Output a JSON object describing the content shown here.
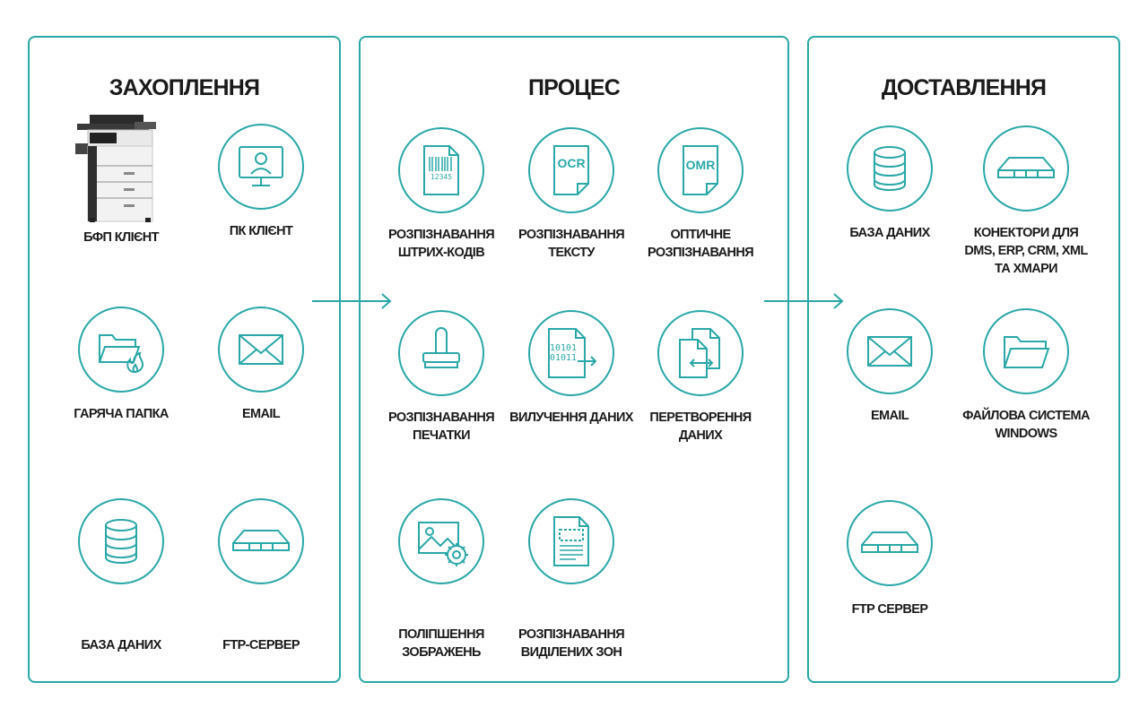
{
  "capture": {
    "title": "ЗАХОПЛЕННЯ",
    "items": [
      {
        "label": "БФП КЛІЄНТ",
        "icon": "mfp-printer-icon"
      },
      {
        "label": "ПК КЛІЄНТ",
        "icon": "pc-user-icon"
      },
      {
        "label": "ГАРЯЧА ПАПКА",
        "icon": "hot-folder-icon"
      },
      {
        "label": "EMAIL",
        "icon": "envelope-icon"
      },
      {
        "label": "БАЗА ДАНИХ",
        "icon": "database-icon"
      },
      {
        "label": "FTP-СЕРВЕР",
        "icon": "server-icon"
      }
    ]
  },
  "process": {
    "title": "ПРОЦЕС",
    "items": [
      {
        "label": "РОЗПІЗНАВАННЯ ШТРИХ-КОДІВ",
        "icon": "barcode-document-icon",
        "glyph": "12345"
      },
      {
        "label": "РОЗПІЗНАВАННЯ ТЕКСТУ",
        "icon": "ocr-document-icon",
        "glyph": "OCR"
      },
      {
        "label": "ОПТИЧНЕ РОЗПІЗНАВАННЯ",
        "icon": "omr-document-icon",
        "glyph": "OMR"
      },
      {
        "label": "РОЗПІЗНАВАННЯ ПЕЧАТКИ",
        "icon": "stamp-icon"
      },
      {
        "label": "ВИЛУЧЕННЯ ДАНИХ",
        "icon": "binary-document-icon",
        "glyph_line1": "10101",
        "glyph_line2": "01011"
      },
      {
        "label": "ПЕРЕТВОРЕННЯ ДАНИХ",
        "icon": "document-convert-icon"
      },
      {
        "label": "ПОЛІПШЕННЯ ЗОБРАЖЕНЬ",
        "icon": "image-settings-icon"
      },
      {
        "label": "РОЗПІЗНАВАННЯ ВИДІЛЕНИХ ЗОН",
        "icon": "zone-document-icon"
      }
    ]
  },
  "delivery": {
    "title": "ДОСТАВЛЕННЯ",
    "items": [
      {
        "label": "БАЗА ДАНИХ",
        "icon": "database-icon"
      },
      {
        "label": "КОНЕКТОРИ ДЛЯ DMS, ERP, CRM, XML ТА ХМАРИ",
        "icon": "server-icon"
      },
      {
        "label": "EMAIL",
        "icon": "envelope-icon"
      },
      {
        "label": "ФАЙЛОВА СИСТЕМА WINDOWS",
        "icon": "folder-icon"
      },
      {
        "label": "FTP СЕРВЕР",
        "icon": "server-icon"
      }
    ]
  },
  "colors": {
    "accent": "#2aa7a7",
    "text": "#1a1a1a",
    "background": "#ffffff"
  }
}
